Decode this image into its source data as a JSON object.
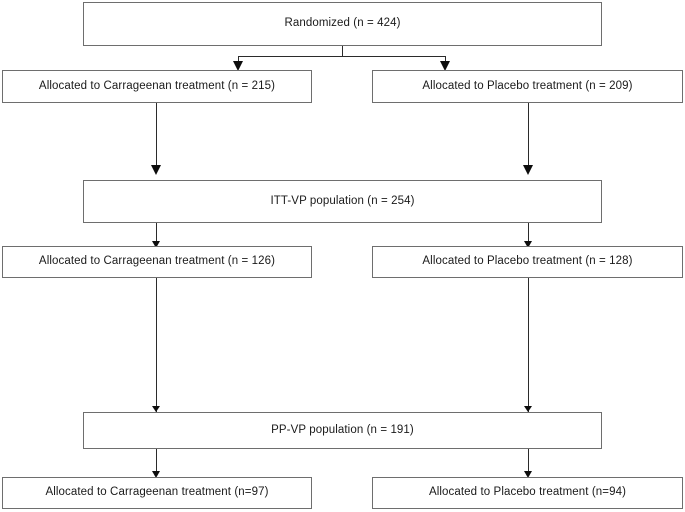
{
  "diagram": {
    "type": "flowchart",
    "title": "CONSORT participant flow diagram",
    "nodes": [
      {
        "id": "randomized",
        "label": "Randomized (n = 424)"
      },
      {
        "id": "alloc-carr-215",
        "label": "Allocated to Carrageenan treatment (n = 215)"
      },
      {
        "id": "alloc-plac-209",
        "label": "Allocated to Placebo treatment (n = 209)"
      },
      {
        "id": "itt-vp",
        "label": "ITT-VP population (n = 254)"
      },
      {
        "id": "alloc-carr-126",
        "label": "Allocated to Carrageenan treatment (n = 126)"
      },
      {
        "id": "alloc-plac-128",
        "label": "Allocated to Placebo treatment (n = 128)"
      },
      {
        "id": "pp-vp",
        "label": "PP-VP population (n = 191)"
      },
      {
        "id": "alloc-carr-97",
        "label": "Allocated to Carrageenan treatment (n=97)"
      },
      {
        "id": "alloc-plac-94",
        "label": "Allocated to Placebo treatment (n=94)"
      }
    ],
    "colors": {
      "box_border": "#6e6e6e",
      "box_fill": "#ffffff",
      "connector": "#2b2b2b",
      "text": "#1a1a1a",
      "background": "#ffffff"
    }
  }
}
